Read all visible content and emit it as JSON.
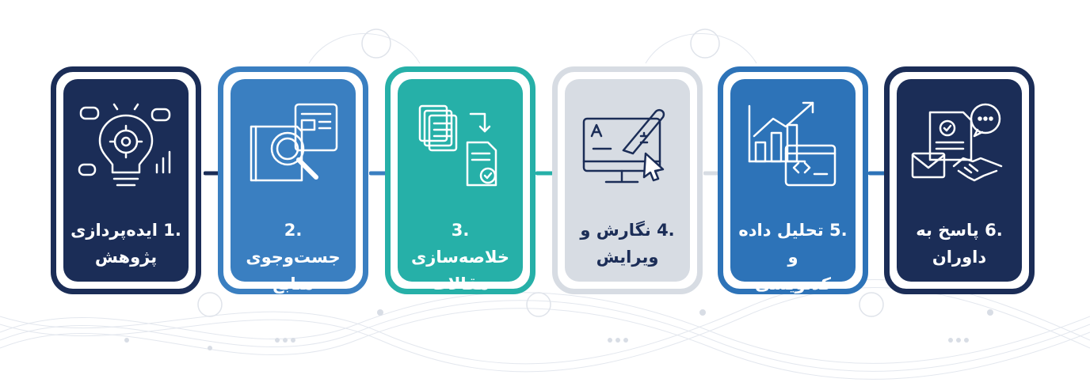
{
  "steps": [
    {
      "number": "1.",
      "line1": "ایده‌پردازی",
      "line2": "پژوهش",
      "icon": "lightbulb-gear-icon"
    },
    {
      "number": "2.",
      "line1": "جست‌وجوی",
      "line2": "منابع",
      "icon": "book-magnifier-icon"
    },
    {
      "number": "3.",
      "line1": "خلاصه‌سازی",
      "line2": "مقالات",
      "icon": "documents-summary-icon"
    },
    {
      "number": "4.",
      "line1": "نگارش و",
      "line2": "ویرایش",
      "icon": "monitor-pen-icon"
    },
    {
      "number": "5.",
      "line1": "تحلیل داده و",
      "line2": "کدنویسی",
      "icon": "chart-code-icon"
    },
    {
      "number": "6.",
      "line1": "پاسخ به",
      "line2": "داوران",
      "icon": "envelope-handshake-icon"
    }
  ],
  "colors": {
    "navy": "#1b2d57",
    "blue": "#3a7fc1",
    "teal": "#26b0a8",
    "gray": "#d7dce3",
    "step5": "#2d73b8",
    "step6": "#1b2d57",
    "gray_text": "#1b2d57"
  }
}
